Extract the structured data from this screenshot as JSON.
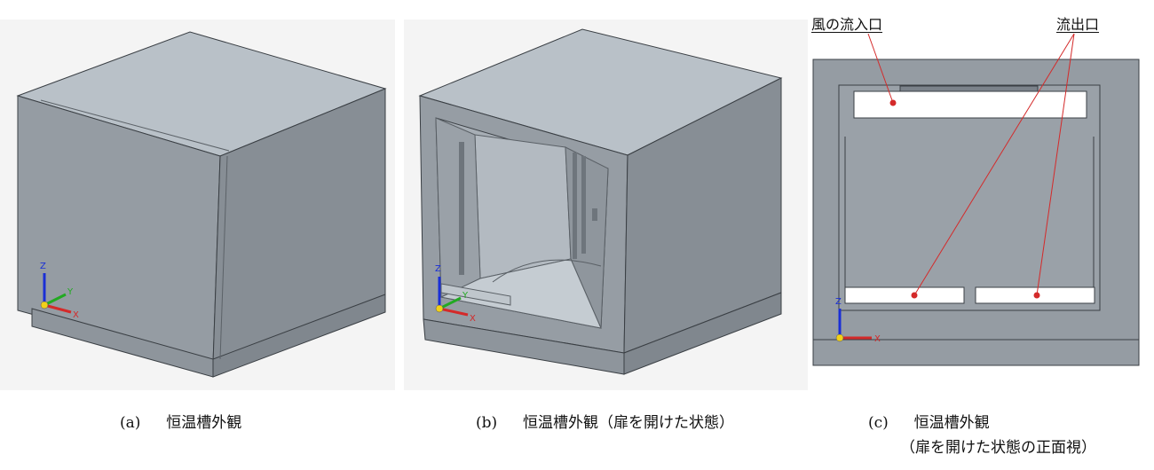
{
  "panels": [
    {
      "id": "a",
      "caption_label": "(a)",
      "caption_text": "恒温槽外観"
    },
    {
      "id": "b",
      "caption_label": "(b)",
      "caption_text": "恒温槽外観（扉を開けた状態）"
    },
    {
      "id": "c",
      "caption_label": "(c)",
      "caption_text": "恒温槽外観",
      "caption_text_line2": "（扉を開けた状態の正面視）",
      "callouts": {
        "inlet": "風の流入口",
        "outlet": "流出口"
      }
    }
  ],
  "axes": {
    "x": "X",
    "y": "Y",
    "z": "Z"
  },
  "colors": {
    "background": "#ffffff",
    "render_bg": "#f4f4f4",
    "face_top": "#b9c1c8",
    "face_front": "#959ca3",
    "face_side": "#878e95",
    "edge": "#3a3f44",
    "leader": "#d42a2a",
    "axis_x": "#d42a2a",
    "axis_y": "#22aa22",
    "axis_z": "#1a2fd6",
    "origin": "#f2d11a"
  }
}
